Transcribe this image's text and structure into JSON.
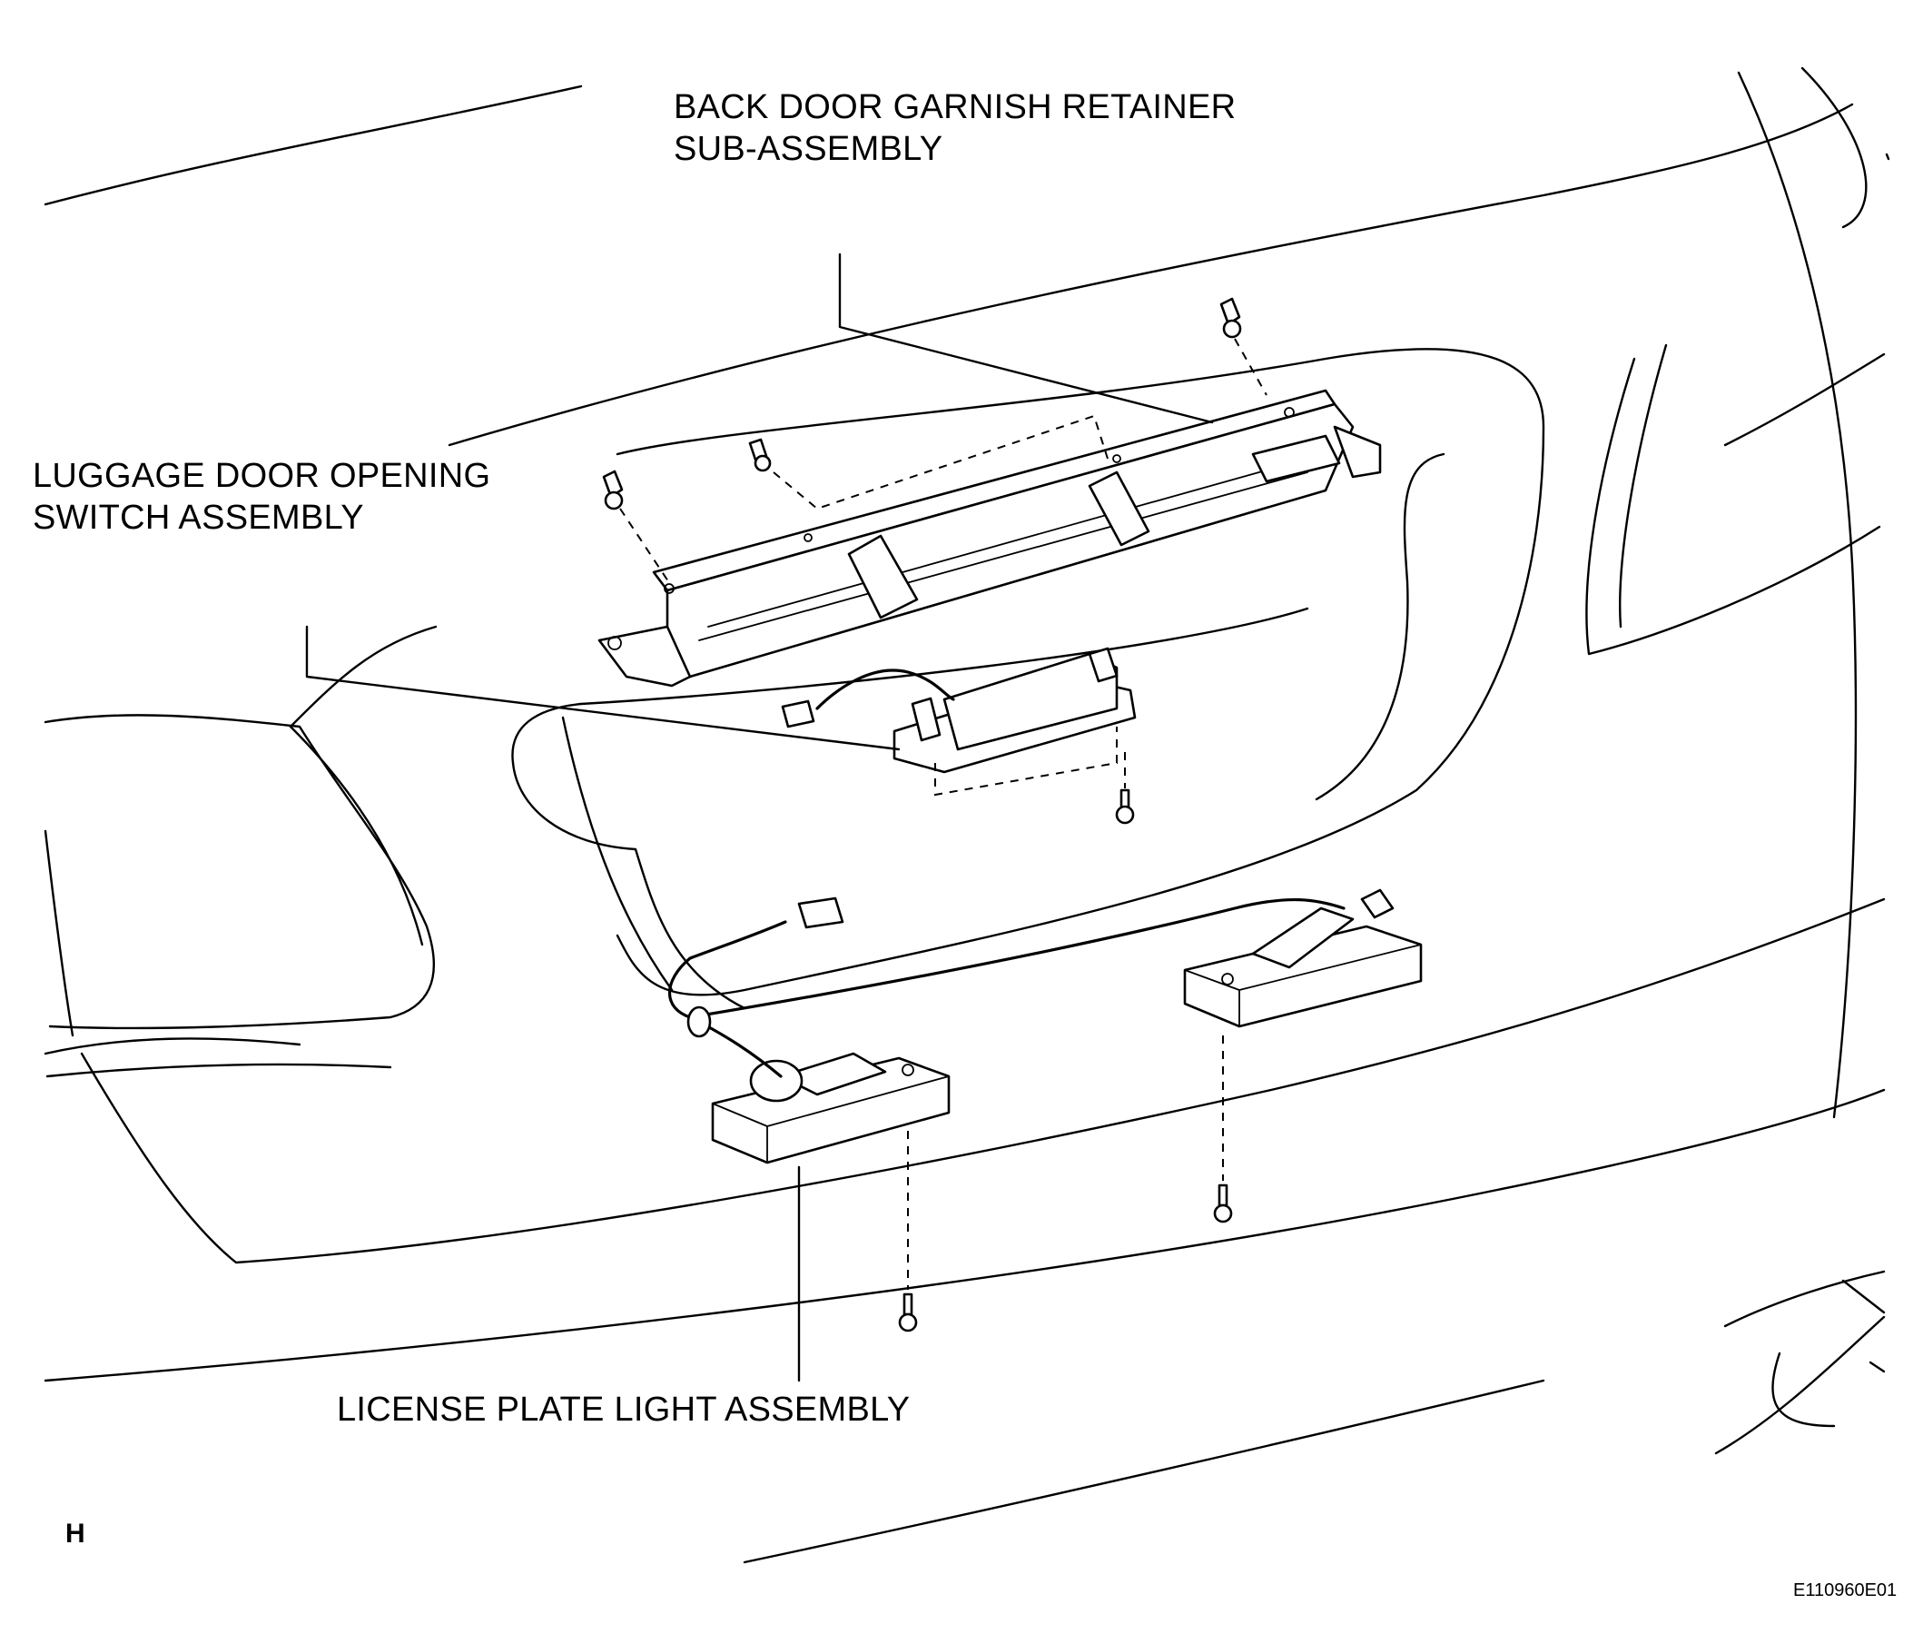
{
  "labels": {
    "back_door_garnish_retainer_line1": "BACK DOOR GARNISH RETAINER",
    "back_door_garnish_retainer_line2": "SUB-ASSEMBLY",
    "luggage_door_switch_line1": "LUGGAGE DOOR OPENING",
    "luggage_door_switch_line2": "SWITCH ASSEMBLY",
    "license_plate_light": "LICENSE PLATE LIGHT ASSEMBLY"
  },
  "corner_mark": "H",
  "figure_id": "E110960E01"
}
